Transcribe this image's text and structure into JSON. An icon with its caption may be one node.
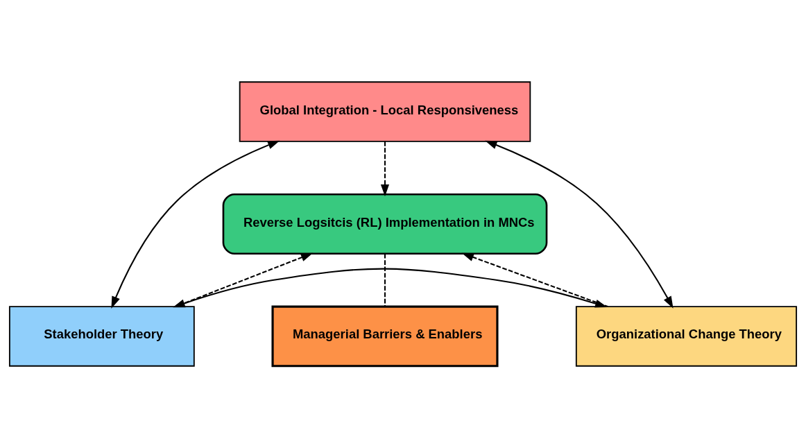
{
  "diagram": {
    "nodes": [
      {
        "text": [
          "Global Integration - Local Responsiveness"
        ]
      },
      {
        "text": [
          "Reverse Logsitcis (RL) Implementation in MNCs"
        ]
      },
      {
        "text": [
          "Stakeholder Theory"
        ]
      },
      {
        "text": [
          "Organizational Change Theory"
        ]
      },
      {
        "text": [
          "Managerial Barriers & Enablers"
        ]
      }
    ],
    "edges": [
      {
        "from": 0,
        "to": 1,
        "arrow": "to",
        "style": "dashed"
      },
      {
        "from": 0,
        "to": 2,
        "arrow": "both"
      },
      {
        "from": 0,
        "to": 3,
        "arrow": "both"
      },
      {
        "from": 2,
        "to": 1,
        "arrow": "to",
        "style": "dashed"
      },
      {
        "from": 3,
        "to": 1,
        "arrow": "to",
        "style": "dashed"
      },
      {
        "from": 2,
        "to": 3,
        "arrow": "both"
      },
      {
        "from": 1,
        "to": 4,
        "arrow": "none",
        "style": "dashed"
      }
    ]
  }
}
